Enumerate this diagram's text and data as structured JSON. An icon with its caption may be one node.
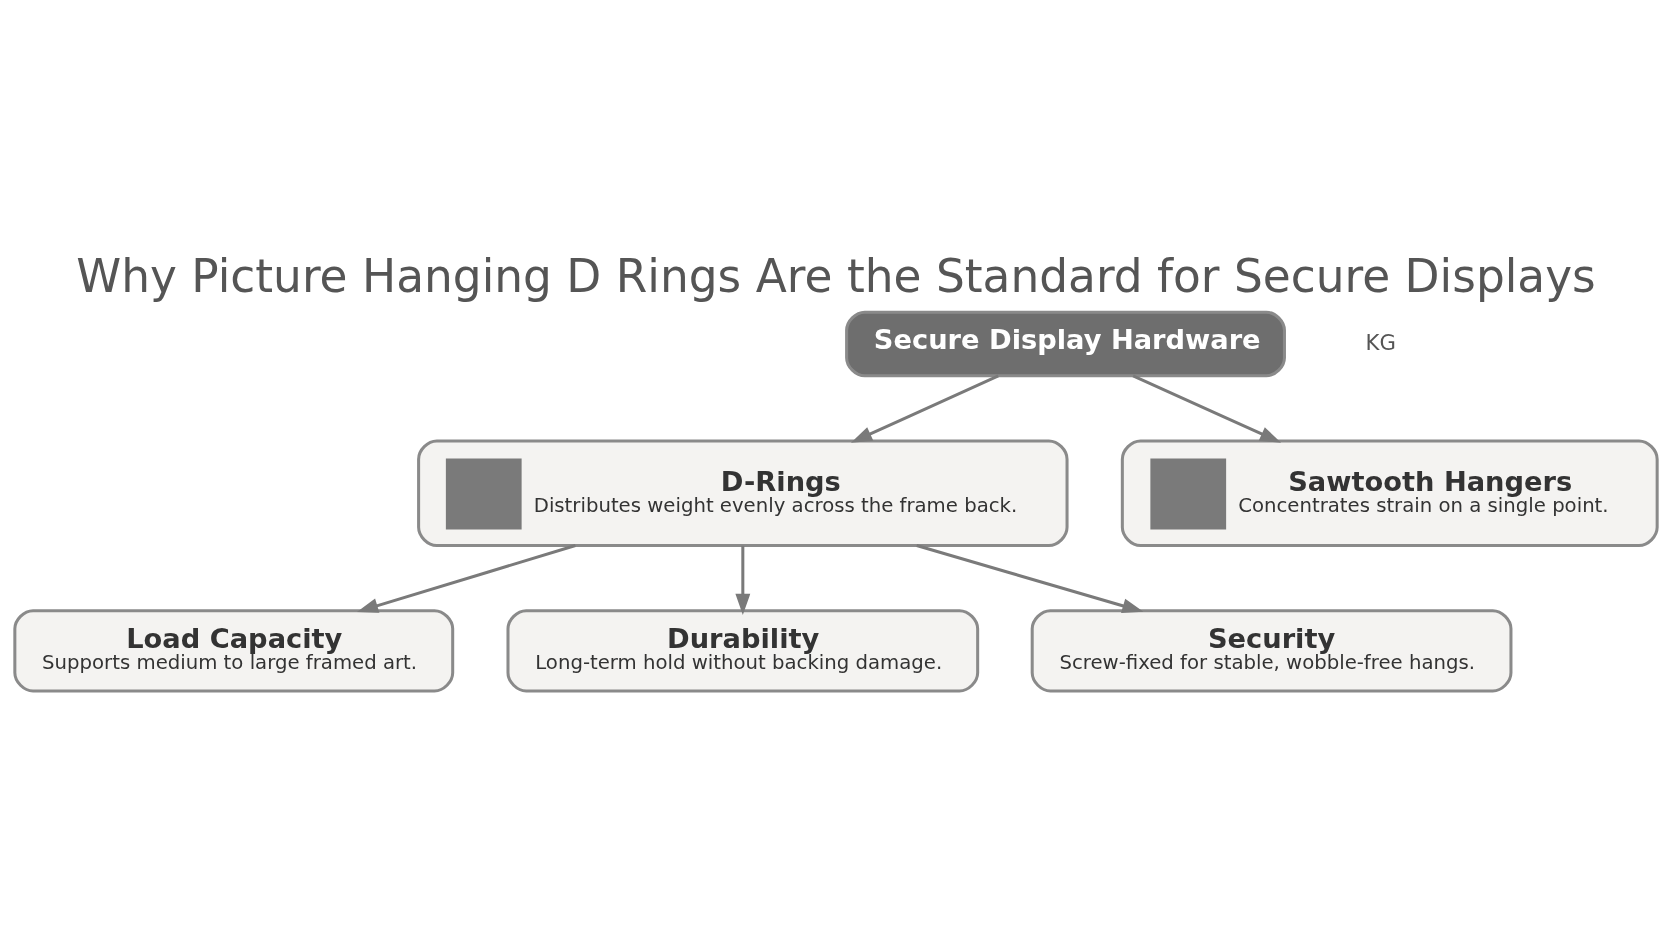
{
  "diagram": {
    "title": "Why Picture Hanging D Rings Are the Standard for Secure Displays",
    "nodes": [
      {
        "text": [
          "Secure Display Hardware"
        ]
      },
      {
        "text": [
          "D-Rings",
          "Distributes weight evenly across the frame back."
        ]
      },
      {
        "text": [
          "Sawtooth Hangers",
          "Concentrates strain on a single point."
        ]
      },
      {
        "text": [
          "Load Capacity",
          "Supports medium to large framed art."
        ]
      },
      {
        "text": [
          "Durability",
          "Long-term hold without backing damage."
        ]
      },
      {
        "text": [
          "Security",
          "Screw-fixed for stable, wobble-free hangs."
        ]
      }
    ],
    "edges": [
      {
        "from": 0,
        "to": 1,
        "arrow": "to"
      },
      {
        "from": 0,
        "to": 2,
        "arrow": "to"
      },
      {
        "from": 1,
        "to": 3,
        "arrow": "to"
      },
      {
        "from": 1,
        "to": 4,
        "arrow": "to"
      },
      {
        "from": 1,
        "to": 5,
        "arrow": "to"
      }
    ],
    "labels": [
      "KG"
    ]
  }
}
